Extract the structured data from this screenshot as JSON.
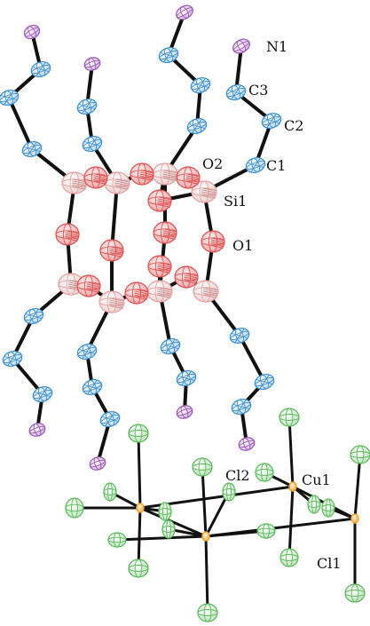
{
  "labels": {
    "n1": "N1",
    "c3": "C3",
    "c2": "C2",
    "c1": "C1",
    "o2": "O2",
    "si1": "Si1",
    "o1": "O1",
    "cl2": "Cl2",
    "cu1": "Cu1",
    "cl1": "Cl1"
  },
  "colors": {
    "carbon": "#3a8fd6",
    "nitrogen": "#9b59b6",
    "oxygen": "#e05050",
    "silicon": "#e8a0a0",
    "chlorine": "#5cb85c",
    "copper": "#f0a030",
    "bond": "#111111"
  }
}
